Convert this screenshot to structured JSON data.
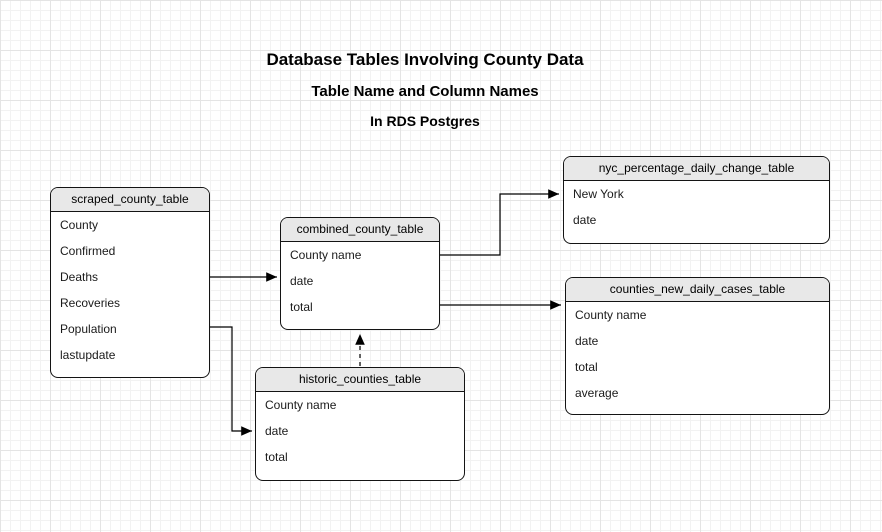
{
  "titles": {
    "main": "Database Tables Involving County Data",
    "subtitle": "Table Name and Column Names",
    "subtitle2": "In RDS Postgres"
  },
  "tables": [
    {
      "name": "scraped_county_table",
      "columns": [
        "County",
        "Confirmed",
        "Deaths",
        "Recoveries",
        "Population",
        "lastupdate"
      ]
    },
    {
      "name": "combined_county_table",
      "columns": [
        "County name",
        "date",
        "total"
      ]
    },
    {
      "name": "nyc_percentage_daily_change_table",
      "columns": [
        "New York",
        "date"
      ]
    },
    {
      "name": "counties_new_daily_cases_table",
      "columns": [
        "County name",
        "date",
        "total",
        "average"
      ]
    },
    {
      "name": "historic_counties_table",
      "columns": [
        "County name",
        "date",
        "total"
      ]
    }
  ],
  "edges": [
    {
      "from": "scraped_county_table",
      "to": "combined_county_table",
      "style": "solid"
    },
    {
      "from": "scraped_county_table",
      "to": "historic_counties_table",
      "style": "solid"
    },
    {
      "from": "combined_county_table",
      "to": "nyc_percentage_daily_change_table",
      "style": "solid"
    },
    {
      "from": "combined_county_table",
      "to": "counties_new_daily_cases_table",
      "style": "solid"
    },
    {
      "from": "historic_counties_table",
      "to": "combined_county_table",
      "style": "dashed"
    }
  ],
  "colors": {
    "header_fill": "#e8e8e8",
    "border": "#141414",
    "background": "#ffffff",
    "grid_minor": "#f2f2f2",
    "grid_major": "#e4e4e4",
    "edge": "#000000"
  }
}
